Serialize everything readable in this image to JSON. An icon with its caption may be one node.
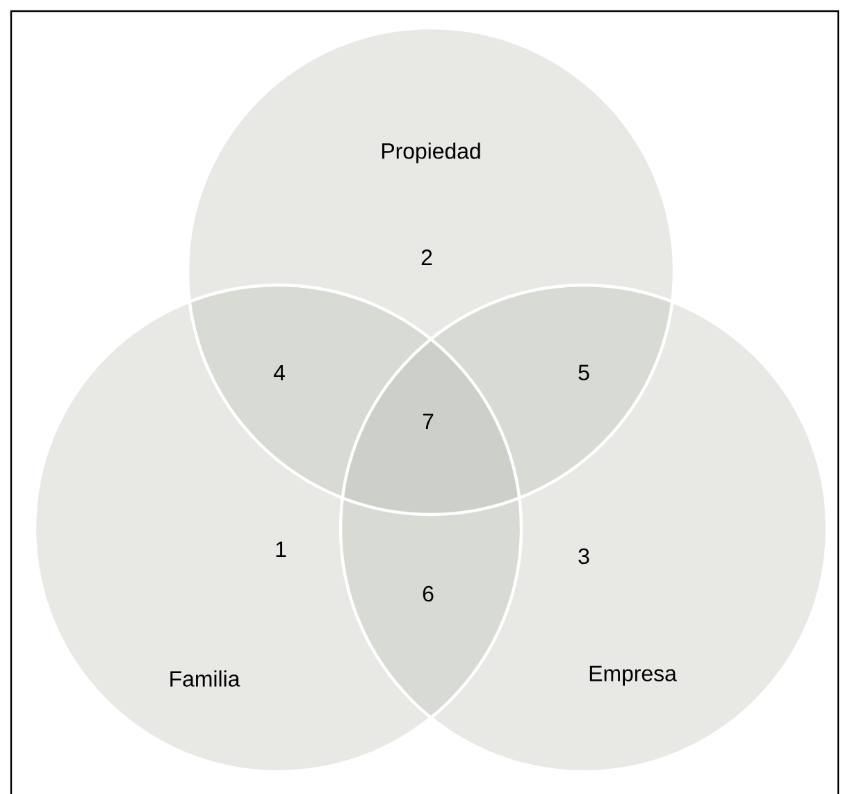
{
  "diagram": {
    "nodes": [
      {
        "text": [
          "Propiedad"
        ]
      },
      {
        "text": [
          "Familia"
        ]
      },
      {
        "text": [
          "Empresa"
        ]
      }
    ],
    "labels": [
      "2",
      "4",
      "5",
      "7",
      "1",
      "3",
      "6"
    ]
  }
}
